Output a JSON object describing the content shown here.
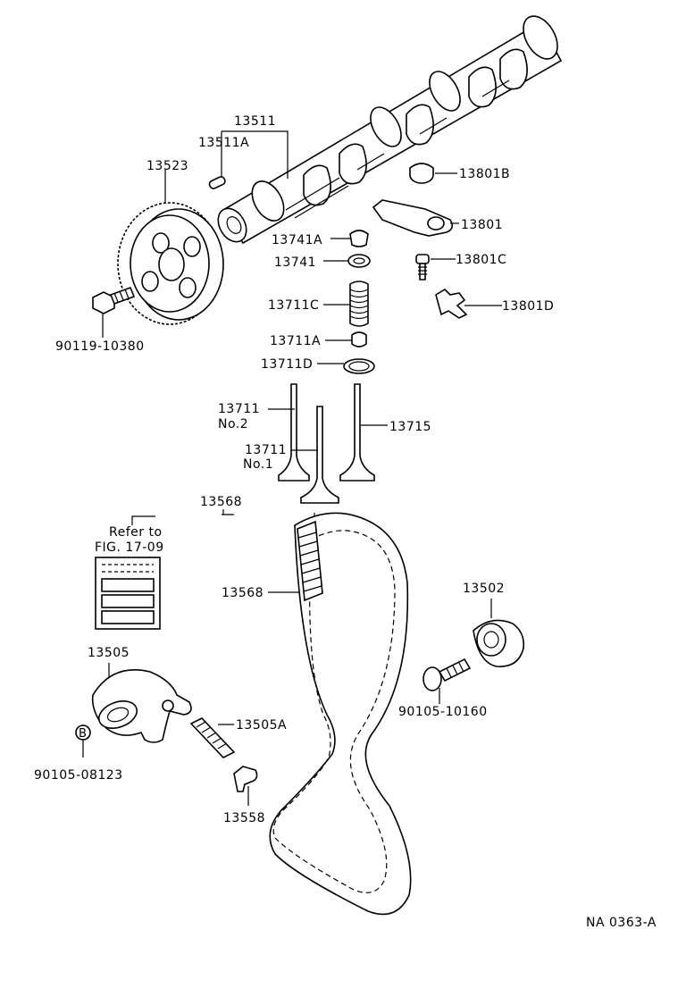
{
  "diagram": {
    "labels": {
      "p13511": "13511",
      "p13511A": "13511A",
      "p13523": "13523",
      "p13801B": "13801B",
      "p13801": "13801",
      "p13741A": "13741A",
      "p13741": "13741",
      "p13801C": "13801C",
      "p13711C": "13711C",
      "p13801D": "13801D",
      "p90119": "90119-10380",
      "p13711A": "13711A",
      "p13711D": "13711D",
      "p13711_2": "13711",
      "no2": "No.2",
      "p13715": "13715",
      "p13711_1": "13711",
      "no1": "No.1",
      "p13568_top": "13568",
      "p13568_mid": "13568",
      "refer1": "Refer to",
      "refer2": "FIG. 17-09",
      "p13502": "13502",
      "p13505": "13505",
      "p90105_10160": "90105-10160",
      "p13505A": "13505A",
      "b_mark": "B",
      "p90105_08123": "90105-08123",
      "p13558": "13558",
      "code": "NA 0363-A"
    }
  }
}
